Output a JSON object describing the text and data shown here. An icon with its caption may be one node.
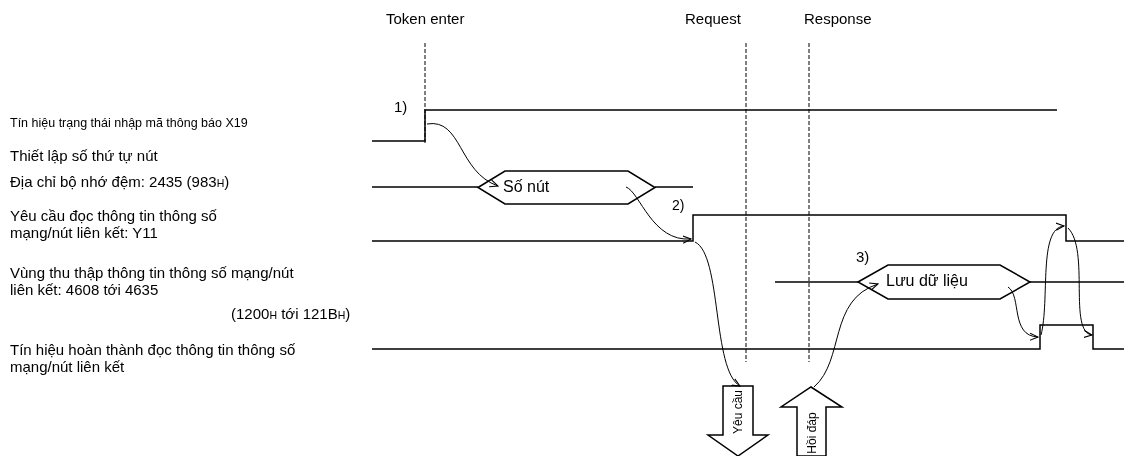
{
  "diagram": {
    "nodes": [
      {
        "text": [
          "Số nút"
        ]
      },
      {
        "text": [
          "Lưu dữ liệu"
        ]
      },
      {
        "text": [
          "Yêu cầu"
        ]
      },
      {
        "text": [
          "Hồi đáp"
        ]
      }
    ],
    "edges": [
      {
        "from": null,
        "to": 0,
        "arrow": "to"
      },
      {
        "from": 0,
        "to": null,
        "arrow": "to"
      },
      {
        "from": null,
        "to": 2,
        "arrow": "to"
      },
      {
        "from": 3,
        "to": 1,
        "arrow": "to"
      },
      {
        "from": 1,
        "to": null,
        "arrow": "to"
      }
    ],
    "labels": [
      "Token enter",
      "Request",
      "Response",
      "Tín hiệu trạng thái nhập mã thông báo X19",
      "1)",
      "Thiết lập số thứ tự nút",
      "Địa chỉ bộ nhớ đệm: 2435 (983$_{H}$)",
      "Yêu cầu đọc thông tin thông số mạng/nút liên kết: Y11",
      "2)",
      "Vùng thu thập thông tin thông số mạng/nút liên kết: 4608 tới 4635",
      "(1200$_{H}$ tới 121B$_{H}$)",
      "3)",
      "Tín hiệu hoàn thành đọc thông tin thông số mạng/nút liên kết"
    ]
  }
}
